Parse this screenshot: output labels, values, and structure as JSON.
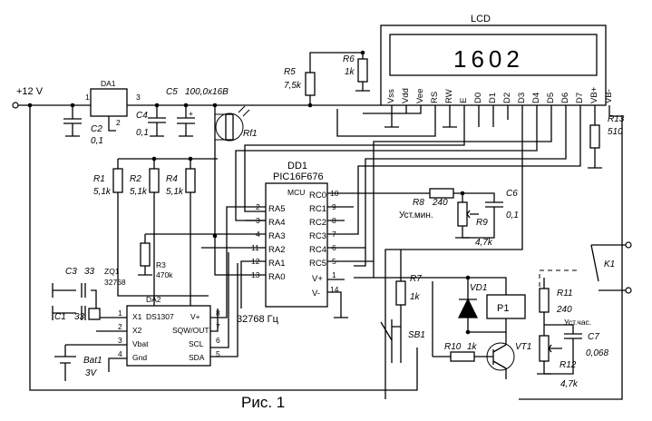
{
  "supply_label": "+12 V",
  "figure_caption": "Рис. 1",
  "lcd": {
    "title": "LCD",
    "display_text": "1602",
    "pins": [
      "Vss",
      "Vdd",
      "Vee",
      "RS",
      "RW",
      "E",
      "D0",
      "D1",
      "D2",
      "D3",
      "D4",
      "D5",
      "D6",
      "D7",
      "VB+",
      "VB-"
    ]
  },
  "mcu": {
    "ref": "DD1",
    "part": "PIC16F676",
    "core_label": "MCU",
    "left_pins": [
      {
        "num": "2",
        "name": "RA5"
      },
      {
        "num": "3",
        "name": "RA4"
      },
      {
        "num": "4",
        "name": "RA3"
      },
      {
        "num": "11",
        "name": "RA2"
      },
      {
        "num": "12",
        "name": "RA1"
      },
      {
        "num": "13",
        "name": "RA0"
      }
    ],
    "right_pins": [
      {
        "num": "10",
        "name": "RC0"
      },
      {
        "num": "9",
        "name": "RC1"
      },
      {
        "num": "8",
        "name": "RC2"
      },
      {
        "num": "7",
        "name": "RC3"
      },
      {
        "num": "6",
        "name": "RC4"
      },
      {
        "num": "5",
        "name": "RC5"
      },
      {
        "num": "1",
        "name": "V+"
      },
      {
        "num": "14",
        "name": "V-"
      }
    ]
  },
  "rtc": {
    "ref": "DA2",
    "part": "DS1307",
    "pins": [
      {
        "num": "1",
        "name": "X1"
      },
      {
        "num": "2",
        "name": "X2"
      },
      {
        "num": "3",
        "name": "Vbat"
      },
      {
        "num": "4",
        "name": "Gnd"
      },
      {
        "num": "8",
        "name": "V+"
      },
      {
        "num": "7",
        "name": "SQW/OUT"
      },
      {
        "num": "6",
        "name": "SCL"
      },
      {
        "num": "5",
        "name": "SDA"
      }
    ],
    "sqw_label": "32768 Гц"
  },
  "regulator": {
    "ref": "DA1",
    "pin_in": "1",
    "pin_out": "3",
    "pin_gnd": "2"
  },
  "components": {
    "c2": {
      "ref": "C2",
      "value": "0,1"
    },
    "c4": {
      "ref": "C4",
      "value": "0,1"
    },
    "c5": {
      "ref": "C5",
      "value": "100,0x16B"
    },
    "r5": {
      "ref": "R5",
      "value": "7,5k"
    },
    "r6": {
      "ref": "R6",
      "value": "1k"
    },
    "rf1": {
      "ref": "Rf1"
    },
    "r13": {
      "ref": "R13",
      "value": "510"
    },
    "r1": {
      "ref": "R1",
      "value": "5,1k"
    },
    "r2": {
      "ref": "R2",
      "value": "5,1k"
    },
    "r4": {
      "ref": "R4",
      "value": "5,1k"
    },
    "r3": {
      "ref": "R3",
      "value": "470k"
    },
    "r8": {
      "ref": "R8",
      "value": "240",
      "note": "Уст.мин."
    },
    "r9": {
      "ref": "R9",
      "value": "4,7k"
    },
    "c6": {
      "ref": "C6",
      "value": "0,1"
    },
    "c3": {
      "ref": "C3",
      "value": "33"
    },
    "c1": {
      "ref": "C1",
      "value": "33"
    },
    "zq1": {
      "ref": "ZQ1",
      "value": "32768"
    },
    "bat1": {
      "ref": "Bat1",
      "value": "3V"
    },
    "r7": {
      "ref": "R7",
      "value": "1k"
    },
    "sb1": {
      "ref": "SB1"
    },
    "vd1": {
      "ref": "VD1"
    },
    "p1": {
      "ref": "P1"
    },
    "k1": {
      "ref": "K1"
    },
    "r11": {
      "ref": "R11",
      "value": "240",
      "note": "Уст.час."
    },
    "r12": {
      "ref": "R12",
      "value": "4,7k"
    },
    "c7": {
      "ref": "C7",
      "value": "0,068"
    },
    "r10": {
      "ref": "R10",
      "value": "1k"
    },
    "vt1": {
      "ref": "VT1"
    }
  }
}
